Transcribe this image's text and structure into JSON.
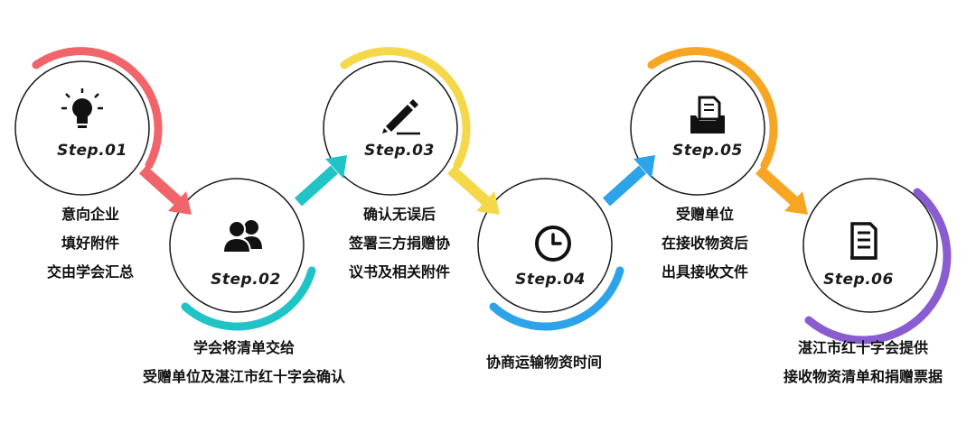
{
  "steps": [
    {
      "label": "Step.01",
      "icon": "lightbulb-icon",
      "color": "#f0646a",
      "lines": [
        "意向企业",
        "填好附件",
        "交由学会汇总"
      ]
    },
    {
      "label": "Step.02",
      "icon": "users-icon",
      "color": "#20c3c6",
      "lines": [
        "学会将清单交给",
        "受赠单位及湛江市红十字会确认"
      ]
    },
    {
      "label": "Step.03",
      "icon": "pen-icon",
      "color": "#f5d84a",
      "lines": [
        "确认无误后",
        "签署三方捐赠协",
        "议书及相关附件"
      ]
    },
    {
      "label": "Step.04",
      "icon": "clock-icon",
      "color": "#2da3ea",
      "lines": [
        "协商运输物资时间"
      ]
    },
    {
      "label": "Step.05",
      "icon": "inbox-icon",
      "color": "#f7a624",
      "lines": [
        "受赠单位",
        "在接收物资后",
        "出具接收文件"
      ]
    },
    {
      "label": "Step.06",
      "icon": "document-icon",
      "color": "#8a5cd1",
      "lines": [
        "湛江市红十字会提供",
        "接收物资清单和捐赠票据"
      ]
    }
  ]
}
